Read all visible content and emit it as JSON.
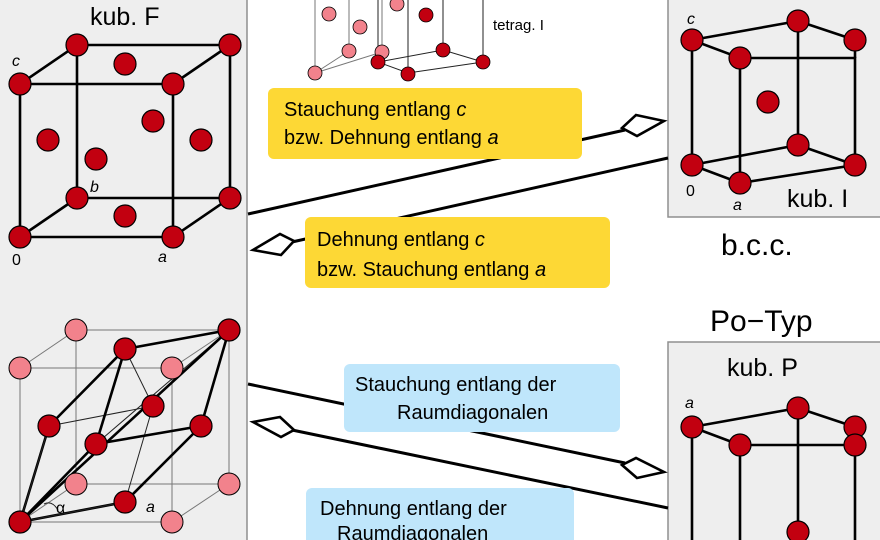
{
  "labels": {
    "kub_f": "kub. F",
    "tetrag_i": "tetrag. I",
    "kub_i": "kub. I",
    "bcc": "b.c.c.",
    "po_typ": "Po−Typ",
    "kub_p": "kub. P",
    "axis_c": "c",
    "axis_b": "b",
    "axis_a": "a",
    "origin": "0",
    "alpha": "α"
  },
  "boxes": {
    "yellow_top": {
      "line1": "Stauchung entlang ",
      "var1": "c",
      "line2": "bzw. Dehnung entlang ",
      "var2": "a"
    },
    "yellow_bottom": {
      "line1": "Dehnung entlang ",
      "var1": "c",
      "line2": "bzw. Stauchung entlang ",
      "var2": "a"
    },
    "blue_top": {
      "line1": "Stauchung entlang der",
      "line2": "Raumdiagonalen"
    },
    "blue_bottom": {
      "line1": "Dehnung entlang der",
      "line2": "Raumdiagonalen"
    }
  },
  "colors": {
    "atom": "#c20010",
    "atom_light": "#f2828c",
    "yellow_box": "#fdd835",
    "blue_box": "#bfe6fb",
    "panel": "#eeeeee"
  }
}
